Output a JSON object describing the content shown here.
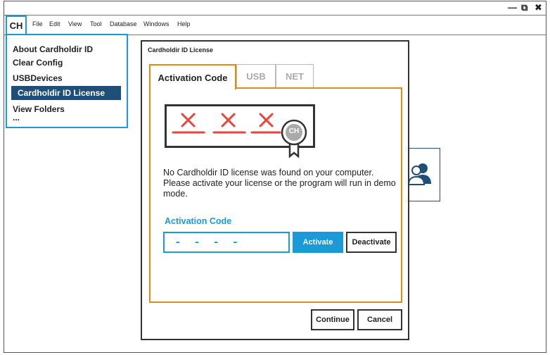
{
  "app": {
    "logo_text": "CH",
    "window_controls": {
      "minimize": "—",
      "restore": "⧉",
      "close": "✖"
    }
  },
  "menubar": {
    "items": [
      {
        "label": "File"
      },
      {
        "label": "Edit"
      },
      {
        "label": "View"
      },
      {
        "label": "Tool"
      },
      {
        "label": "Database"
      },
      {
        "label": "Windows"
      },
      {
        "label": "Help"
      }
    ]
  },
  "dropdown": {
    "items": [
      {
        "label": "About Cardholdir ID"
      },
      {
        "label": "Clear Config"
      },
      {
        "label": "USBDevices"
      },
      {
        "label": "Cardholdir ID License",
        "selected": true
      },
      {
        "label": "View Folders"
      },
      {
        "label": "..."
      }
    ]
  },
  "dialog": {
    "title": "Cardholdir ID License",
    "tabs": [
      {
        "label": "Activation Code",
        "active": true
      },
      {
        "label": "USB",
        "active": false
      },
      {
        "label": "NET",
        "active": false
      }
    ],
    "license_badge_text": "CH",
    "message": "No Cardholdir ID license was found on your computer. Please activate your license or the program will run in demo mode.",
    "activation_code_label": "Activation Code",
    "activation_code_value": "- - - -",
    "activate_label": "Activate",
    "deactivate_label": "Deactivate",
    "continue_label": "Continue",
    "cancel_label": "Cancel"
  },
  "colors": {
    "accent_blue": "#1a9ad6",
    "tab_orange": "#e08c12",
    "selected_bg": "#1f4e79",
    "x_red": "#e8453c"
  },
  "icons": {
    "license_card": "certificate-icon",
    "background": "users-icon"
  }
}
